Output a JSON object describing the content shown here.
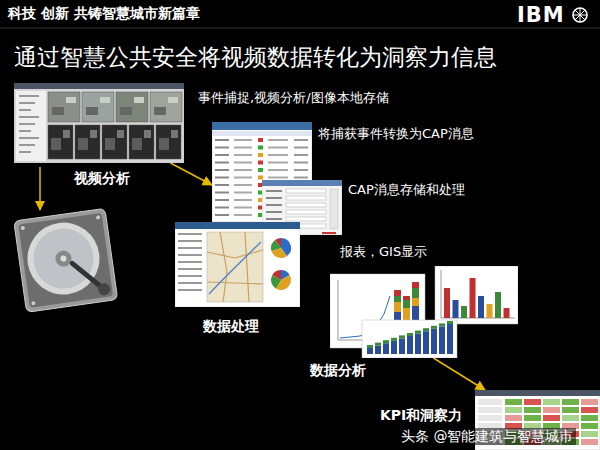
{
  "diagram": {
    "title": "通过智慧公共安全将视频数据转化为洞察力信息",
    "nodes": [
      {
        "text": [
          "视频分析"
        ]
      },
      {
        "text": [
          "将捕获事件转换为CAP消息"
        ]
      },
      {
        "text": [
          "CAP消息存储和处理"
        ]
      },
      {
        "text": [
          "数据处理"
        ]
      },
      {
        "text": [
          "报表，GIS显示",
          "数据分析"
        ]
      },
      {
        "text": [
          "KPI和洞察力"
        ]
      }
    ],
    "edges": [
      {
        "from": 0,
        "to": 1,
        "arrow": "to"
      },
      {
        "from": 4,
        "to": 5,
        "arrow": "to"
      }
    ],
    "labels": [
      "科技 创新 共铸智慧城市新篇章",
      "IBM",
      "事件捕捉,视频分析/图像本地存储",
      "头条 @智能建筑与智慧城市"
    ]
  }
}
